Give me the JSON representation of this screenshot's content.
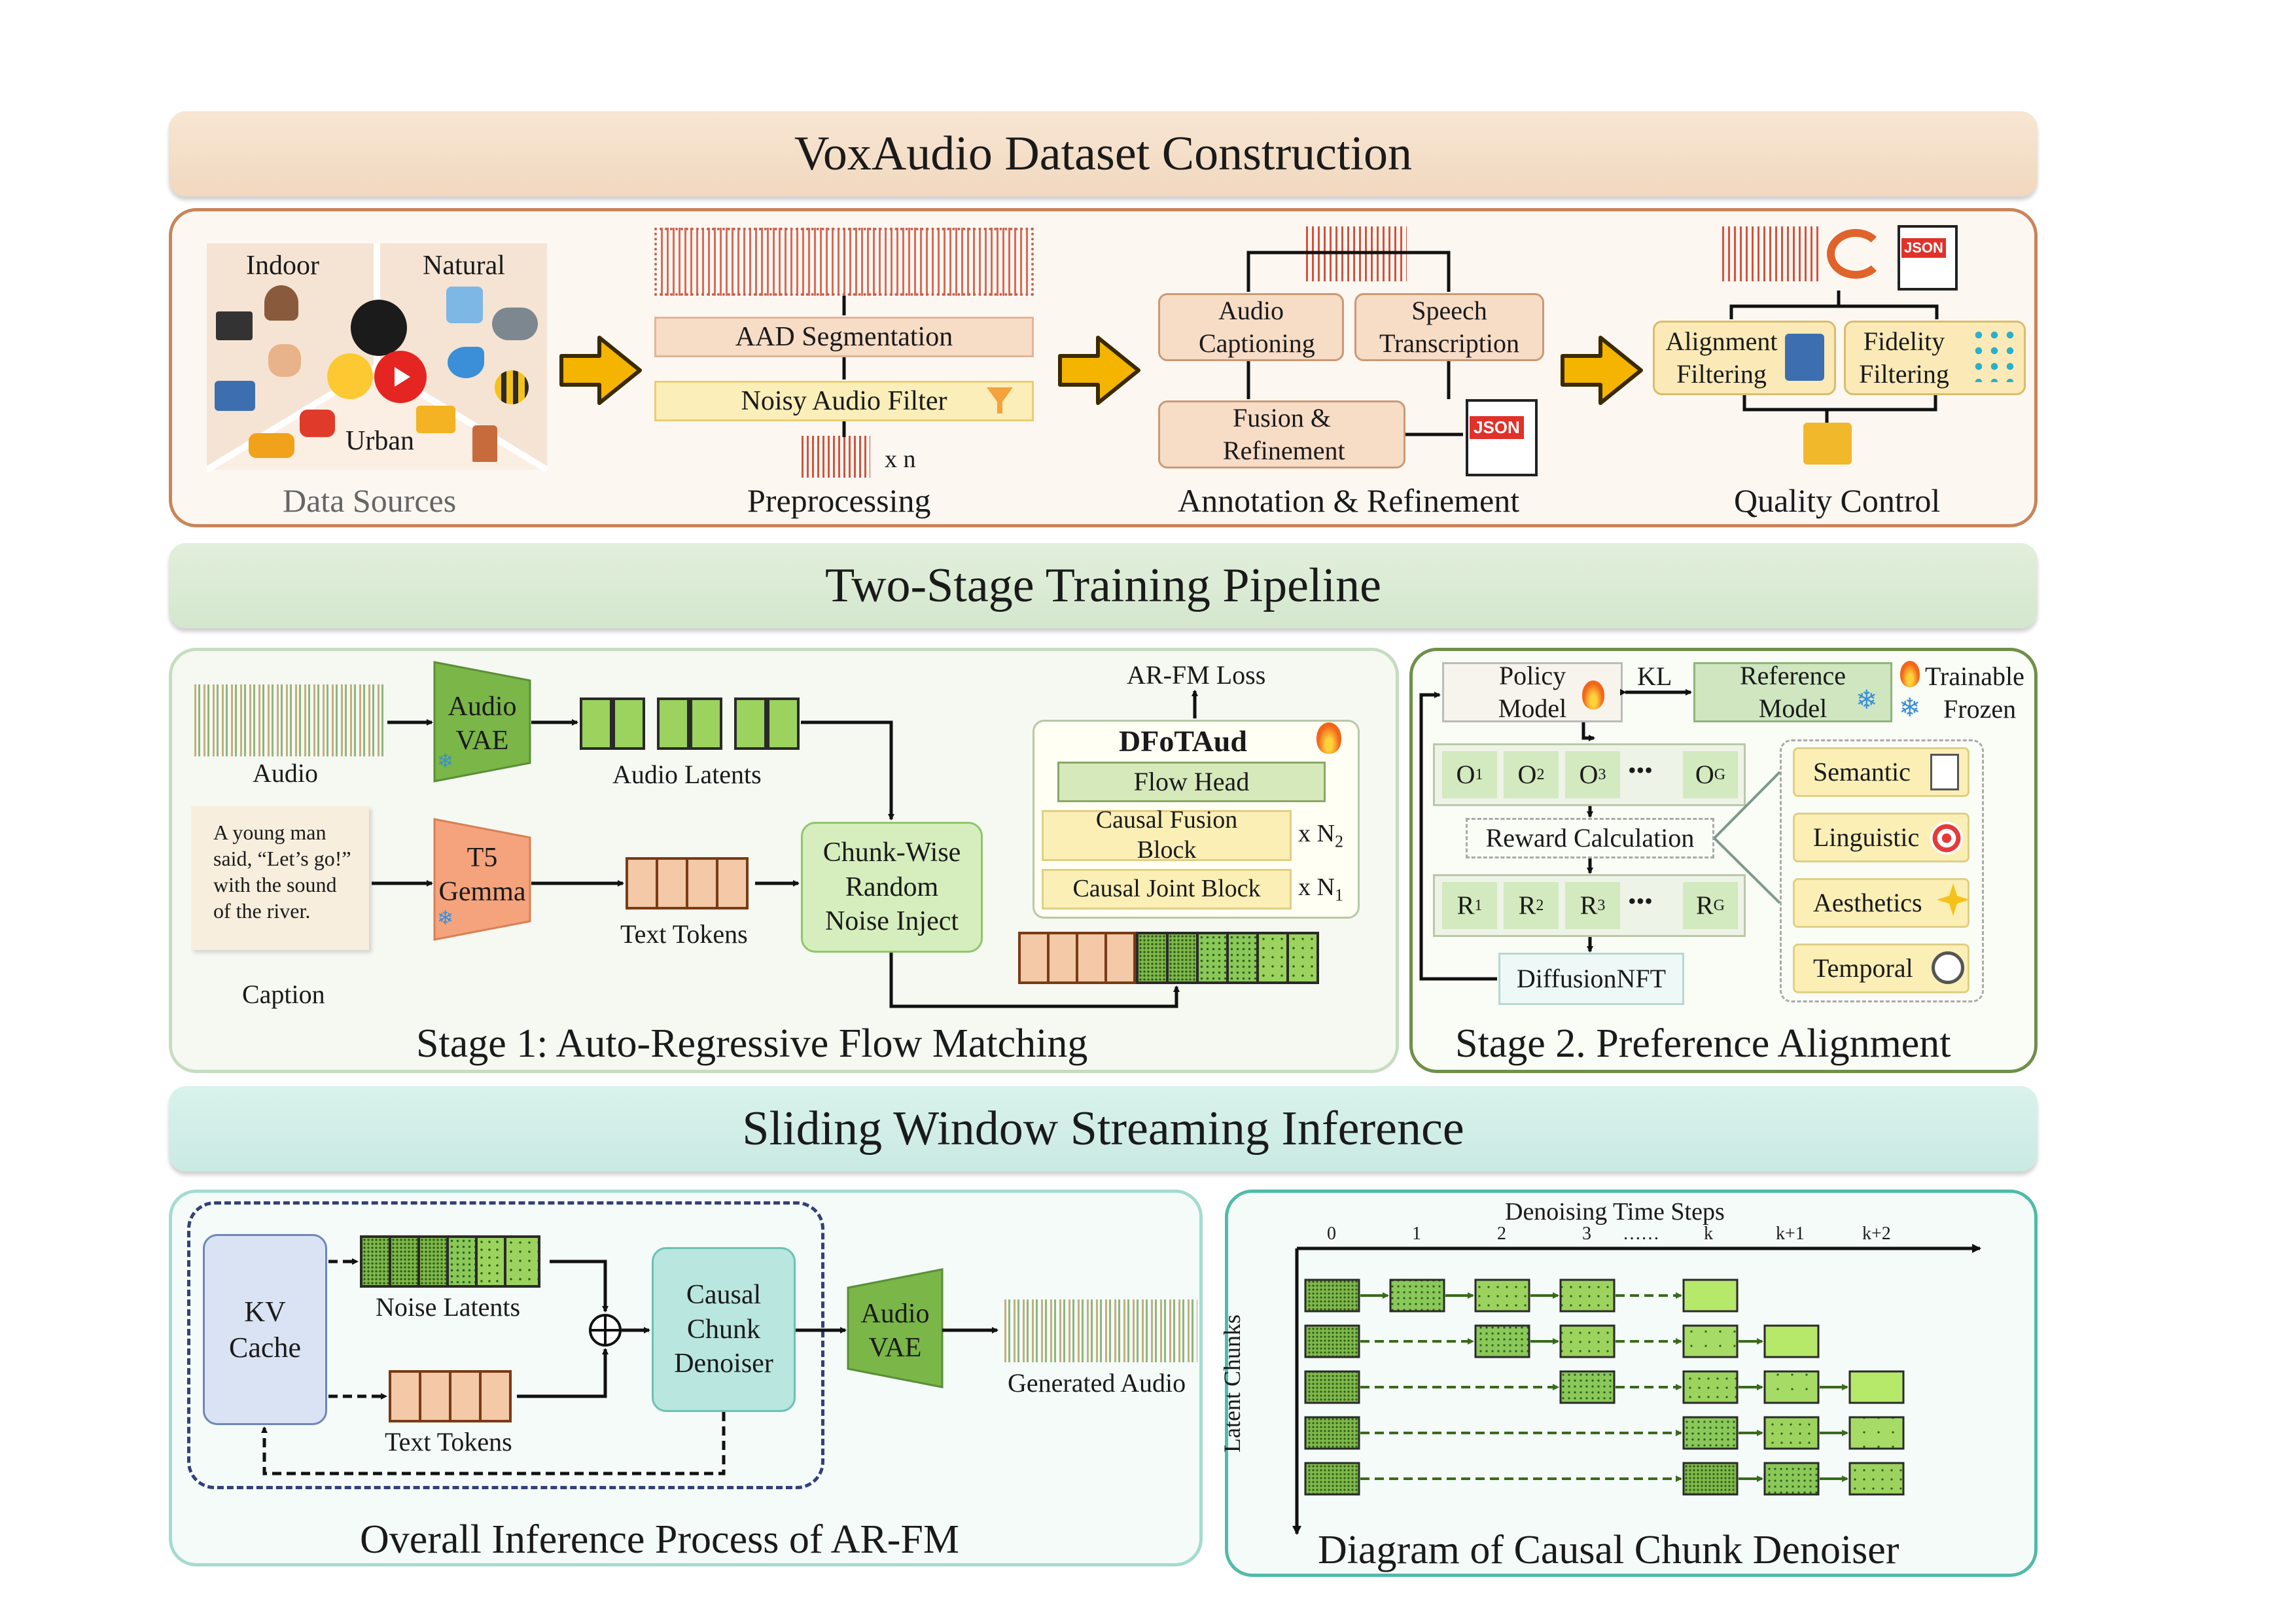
{
  "banners": {
    "dataset": "VoxAudio Dataset Construction",
    "training": "Two-Stage Training Pipeline",
    "inference": "Sliding Window Streaming Inference"
  },
  "dataset": {
    "sources": {
      "indoor": "Indoor",
      "natural": "Natural",
      "urban": "Urban",
      "title": "Data Sources"
    },
    "preprocessing": {
      "aad": "AAD Segmentation",
      "noisy": "Noisy Audio Filter",
      "xn": "x n",
      "title": "Preprocessing"
    },
    "annotation": {
      "audio_captioning": "Audio Captioning",
      "speech_transcription": "Speech Transcription",
      "fusion": "Fusion & Refinement",
      "json": "JSON",
      "title": "Annotation & Refinement"
    },
    "quality": {
      "alignment": "Alignment Filtering",
      "fidelity": "Fidelity Filtering",
      "json": "JSON",
      "title": "Quality Control"
    }
  },
  "stage1": {
    "audio": "Audio",
    "audio_vae": "Audio VAE",
    "audio_latents": "Audio Latents",
    "caption_text": [
      "A young man",
      "said, “Let’s go!”",
      "with the sound",
      "of the river."
    ],
    "caption_label": "Caption",
    "t5": "T5",
    "gemma": "Gemma",
    "text_tokens": "Text Tokens",
    "chunk_wise": [
      "Chunk-Wise",
      "Random",
      "Noise Inject"
    ],
    "loss": "AR-FM Loss",
    "dfotaud": "DFoTAud",
    "flow_head": "Flow Head",
    "causal_fusion": "Causal Fusion Block",
    "causal_joint": "Causal Joint Block",
    "n2": "x N",
    "n2_sub": "2",
    "n1": "x N",
    "n1_sub": "1",
    "title": "Stage 1: Auto-Regressive Flow Matching"
  },
  "stage2": {
    "policy": "Policy Model",
    "kl": "KL",
    "reference": "Reference Model",
    "trainable": "Trainable",
    "frozen": "Frozen",
    "outputs": [
      {
        "l": "O",
        "s": "1"
      },
      {
        "l": "O",
        "s": "2"
      },
      {
        "l": "O",
        "s": "3"
      },
      {
        "l": "O",
        "s": "G"
      }
    ],
    "rewards": [
      {
        "l": "R",
        "s": "1"
      },
      {
        "l": "R",
        "s": "2"
      },
      {
        "l": "R",
        "s": "3"
      },
      {
        "l": "R",
        "s": "G"
      }
    ],
    "dots": "•••",
    "reward_calc": "Reward Calculation",
    "diffusionnft": "DiffusionNFT",
    "reward_types": [
      "Semantic",
      "Linguistic",
      "Aesthetics",
      "Temporal"
    ],
    "title": "Stage 2. Preference Alignment"
  },
  "inference": {
    "kv_cache": [
      "KV",
      "Cache"
    ],
    "noise_latents": "Noise Latents",
    "text_tokens": "Text Tokens",
    "causal_chunk": [
      "Causal",
      "Chunk",
      "Denoiser"
    ],
    "audio_vae": [
      "Audio",
      "VAE"
    ],
    "generated": "Generated Audio",
    "title": "Overall Inference Process of AR-FM"
  },
  "denoiser": {
    "axis_title": "Denoising Time Steps",
    "ticks": [
      "0",
      "1",
      "2",
      "3",
      "……",
      "k",
      "k+1",
      "k+2"
    ],
    "y_label": "Latent Chunks",
    "title": "Diagram of Causal Chunk Denoiser"
  },
  "colors": {
    "orange_banner": "#f6e1cc",
    "green_banner": "#dcebd7",
    "teal_banner": "#d3eee8",
    "orange_border": "#c9845a",
    "green_border": "#6f8f4a",
    "teal_border": "#7fcfc0",
    "latent_green": "#9bd35e",
    "arrow_yellow": "#f2b705"
  }
}
